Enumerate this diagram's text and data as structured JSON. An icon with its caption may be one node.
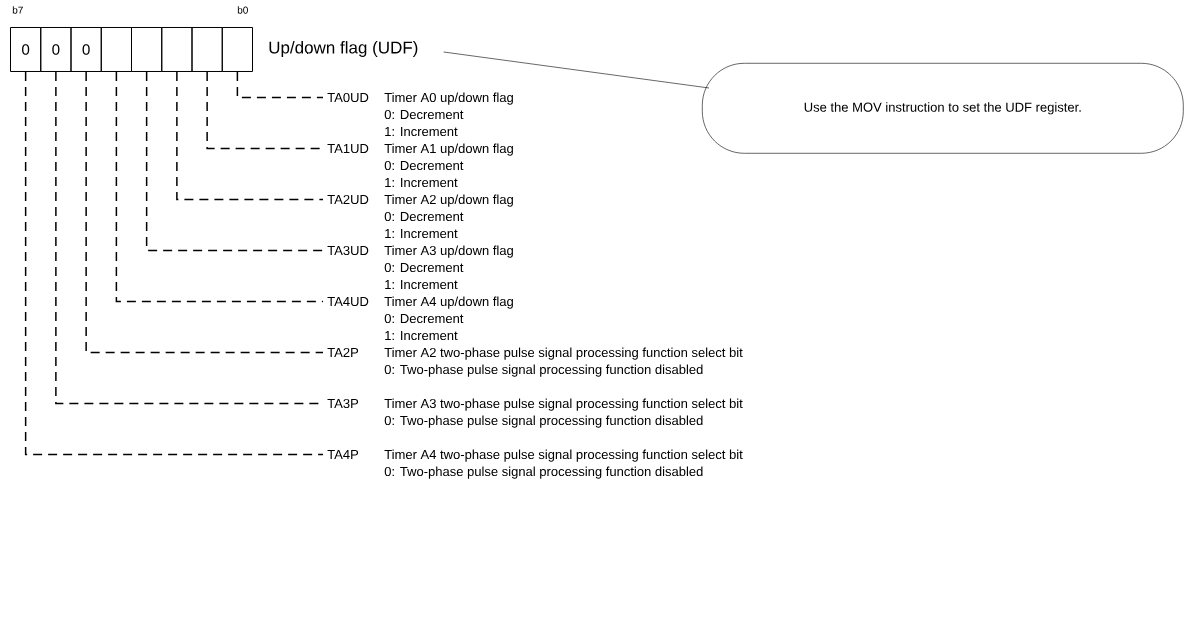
{
  "diagram": {
    "nodes": [
      {
        "text": [
          "0"
        ]
      },
      {
        "text": [
          "0"
        ]
      },
      {
        "text": [
          "0"
        ]
      },
      {
        "text": [],
        "shape": "box"
      },
      {
        "text": [],
        "shape": "box"
      },
      {
        "text": [],
        "shape": "box"
      },
      {
        "text": [],
        "shape": "box"
      },
      {
        "text": [],
        "shape": "box"
      },
      {
        "text": [
          "Up/down flag (UDF)"
        ]
      },
      {
        "text": [
          "Use the MOV instruction to set the UDF register."
        ]
      },
      {
        "text": [
          "TA0UD",
          "Timer A0 up/down flag",
          "0: Decrement",
          "1: Increment"
        ]
      },
      {
        "text": [
          "TA1UD",
          "Timer A1 up/down flag",
          "0: Decrement",
          "1: Increment"
        ]
      },
      {
        "text": [
          "TA2UD",
          "Timer A2 up/down flag",
          "0: Decrement",
          "1: Increment"
        ]
      },
      {
        "text": [
          "TA3UD",
          "Timer A3 up/down flag",
          "0: Decrement",
          "1: Increment"
        ]
      },
      {
        "text": [
          "TA4UD",
          "Timer A4 up/down flag",
          "0: Decrement",
          "1: Increment"
        ]
      },
      {
        "text": [
          "TA2P",
          "Timer A2 two-phase pulse signal processing function select bit",
          "0: Two-phase pulse signal processing function disabled"
        ]
      },
      {
        "text": [
          "TA3P",
          "Timer A3 two-phase pulse signal processing function select bit",
          "0: Two-phase pulse signal processing function disabled"
        ]
      },
      {
        "text": [
          "TA4P",
          "Timer A4 two-phase pulse signal processing function select bit",
          "0: Two-phase pulse signal processing function disabled"
        ]
      }
    ],
    "edges": [
      {
        "from": 7,
        "to": 10,
        "arrow": "none",
        "style": "dashed"
      },
      {
        "from": 6,
        "to": 11,
        "arrow": "none",
        "style": "dashed"
      },
      {
        "from": 5,
        "to": 12,
        "arrow": "none",
        "style": "dashed"
      },
      {
        "from": 4,
        "to": 13,
        "arrow": "none",
        "style": "dashed"
      },
      {
        "from": 3,
        "to": 14,
        "arrow": "none",
        "style": "dashed"
      },
      {
        "from": 2,
        "to": 15,
        "arrow": "none",
        "style": "dashed"
      },
      {
        "from": 1,
        "to": 16,
        "arrow": "none",
        "style": "dashed"
      },
      {
        "from": 0,
        "to": 17,
        "arrow": "none",
        "style": "dashed"
      },
      {
        "from": 8,
        "to": 9,
        "arrow": "none"
      }
    ],
    "labels": [
      "b7",
      "b0"
    ]
  }
}
